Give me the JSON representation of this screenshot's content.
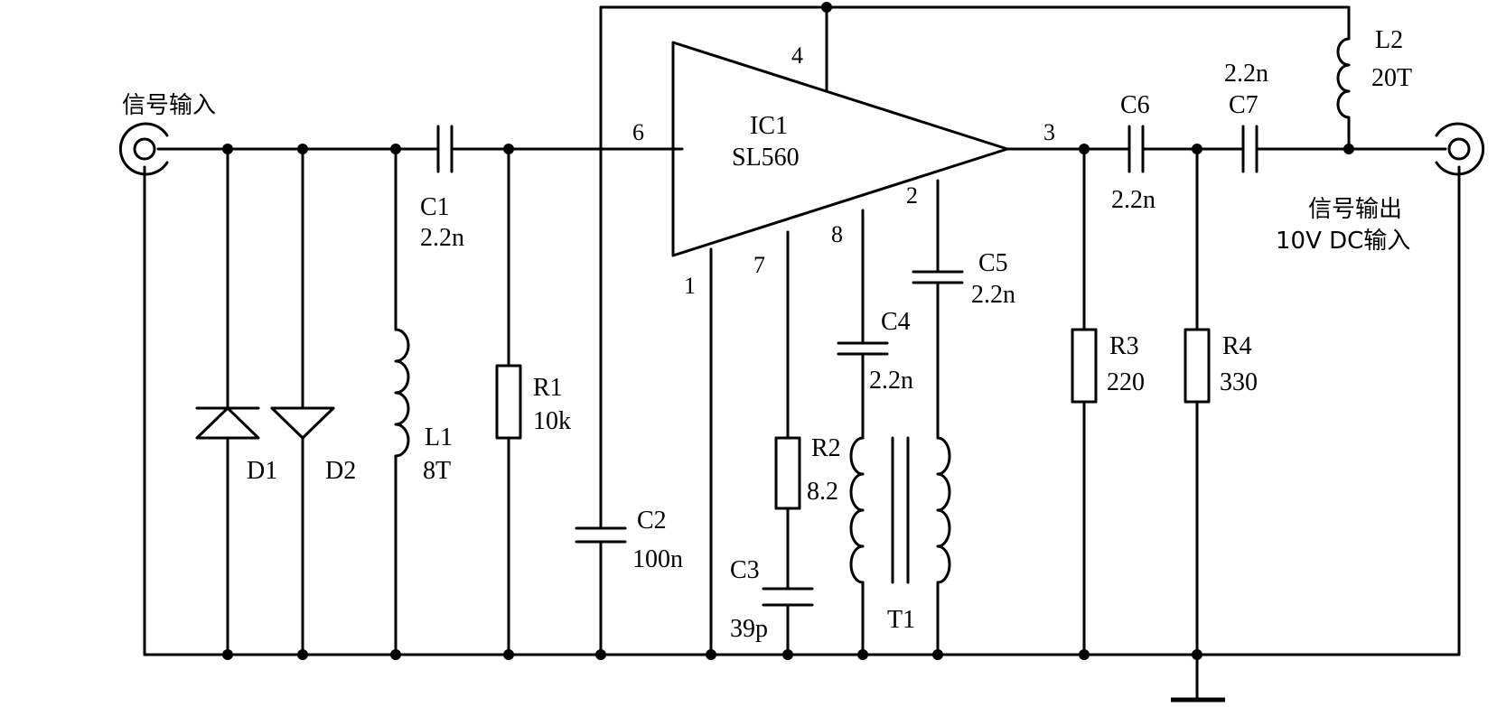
{
  "terminals": {
    "input": "信号输入",
    "output_line1": "信号输出",
    "output_line2": "10V DC输入"
  },
  "ic": {
    "ref": "IC1",
    "part": "SL560"
  },
  "pins": {
    "p1": "1",
    "p2": "2",
    "p3": "3",
    "p4": "4",
    "p6": "6",
    "p7": "7",
    "p8": "8"
  },
  "components": {
    "C1": {
      "ref": "C1",
      "value": "2.2n"
    },
    "C2": {
      "ref": "C2",
      "value": "100n"
    },
    "C3": {
      "ref": "C3",
      "value": "39p"
    },
    "C4": {
      "ref": "C4",
      "value": "2.2n"
    },
    "C5": {
      "ref": "C5",
      "value": "2.2n"
    },
    "C6": {
      "ref": "C6",
      "value": "2.2n"
    },
    "C7": {
      "ref": "C7",
      "value": "2.2n"
    },
    "R1": {
      "ref": "R1",
      "value": "10k"
    },
    "R2": {
      "ref": "R2",
      "value": "8.2"
    },
    "R3": {
      "ref": "R3",
      "value": "220"
    },
    "R4": {
      "ref": "R4",
      "value": "330"
    },
    "L1": {
      "ref": "L1",
      "value": "8T"
    },
    "L2": {
      "ref": "L2",
      "value": "20T"
    },
    "D1": {
      "ref": "D1"
    },
    "D2": {
      "ref": "D2"
    },
    "T1": {
      "ref": "T1"
    }
  }
}
